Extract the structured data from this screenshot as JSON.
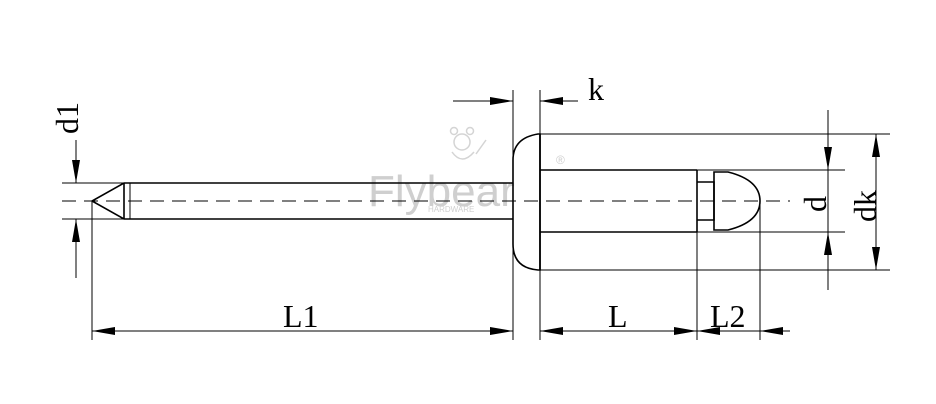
{
  "labels": {
    "d1": "d1",
    "k": "k",
    "d": "d",
    "dk": "dk",
    "l1": "L1",
    "l": "L",
    "l2": "L2"
  },
  "watermark": {
    "brand": "Flybear",
    "sub": "HARDWARE",
    "mark": "®"
  }
}
